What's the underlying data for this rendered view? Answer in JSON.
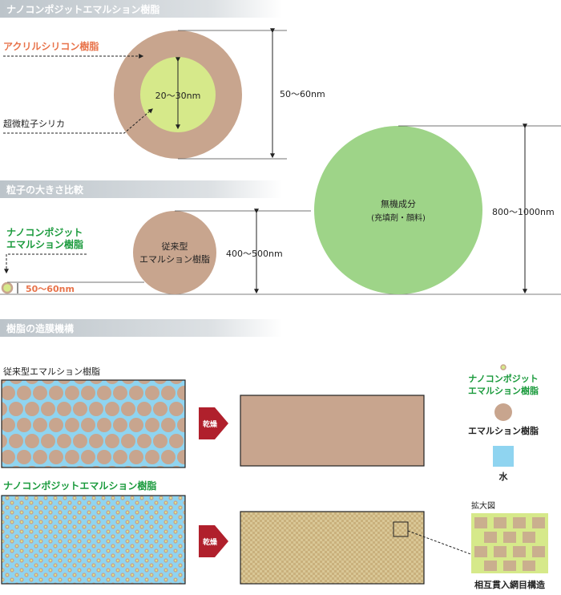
{
  "sections": {
    "s1_title": "ナノコンポジットエマルション樹脂",
    "s2_title": "粒子の大きさ比較",
    "s3_title": "樹脂の造膜機構"
  },
  "structure": {
    "acrylic_label": "アクリルシリコン樹脂",
    "silica_label": "超微粒子シリカ",
    "inner_size": "20～30nm",
    "outer_size": "50～60nm"
  },
  "size_compare": {
    "nano_label_line1": "ナノコンポジット",
    "nano_label_line2": "エマルション樹脂",
    "nano_size": "50～60nm",
    "conventional_line1": "従来型",
    "conventional_line2": "エマルション樹脂",
    "conventional_size": "400～500nm",
    "inorganic_line1": "無機成分",
    "inorganic_line2": "(充填剤・顔料)",
    "inorganic_size": "800～1000nm"
  },
  "film": {
    "conventional_title": "従来型エマルション樹脂",
    "nano_title": "ナノコンポジットエマルション樹脂",
    "dry_label": "乾燥",
    "magnified_label": "拡大図",
    "structure_label": "相互貫入網目構造"
  },
  "legend": {
    "nano_line1": "ナノコンポジット",
    "nano_line2": "エマルション樹脂",
    "emulsion_label": "エマルション樹脂",
    "water_label": "水"
  },
  "colors": {
    "header_bar": "#c9cfd4",
    "header_text": "#ffffff",
    "title_green": "#1a9a3c",
    "orange": "#e8734a",
    "resin_tan": "#c8a58e",
    "silica_lime": "#d6e98a",
    "inorganic_green": "#9ed488",
    "water_blue": "#8fd4f0",
    "arrow_red": "#b0202c",
    "film_crosshatch": "#d6c38e"
  }
}
